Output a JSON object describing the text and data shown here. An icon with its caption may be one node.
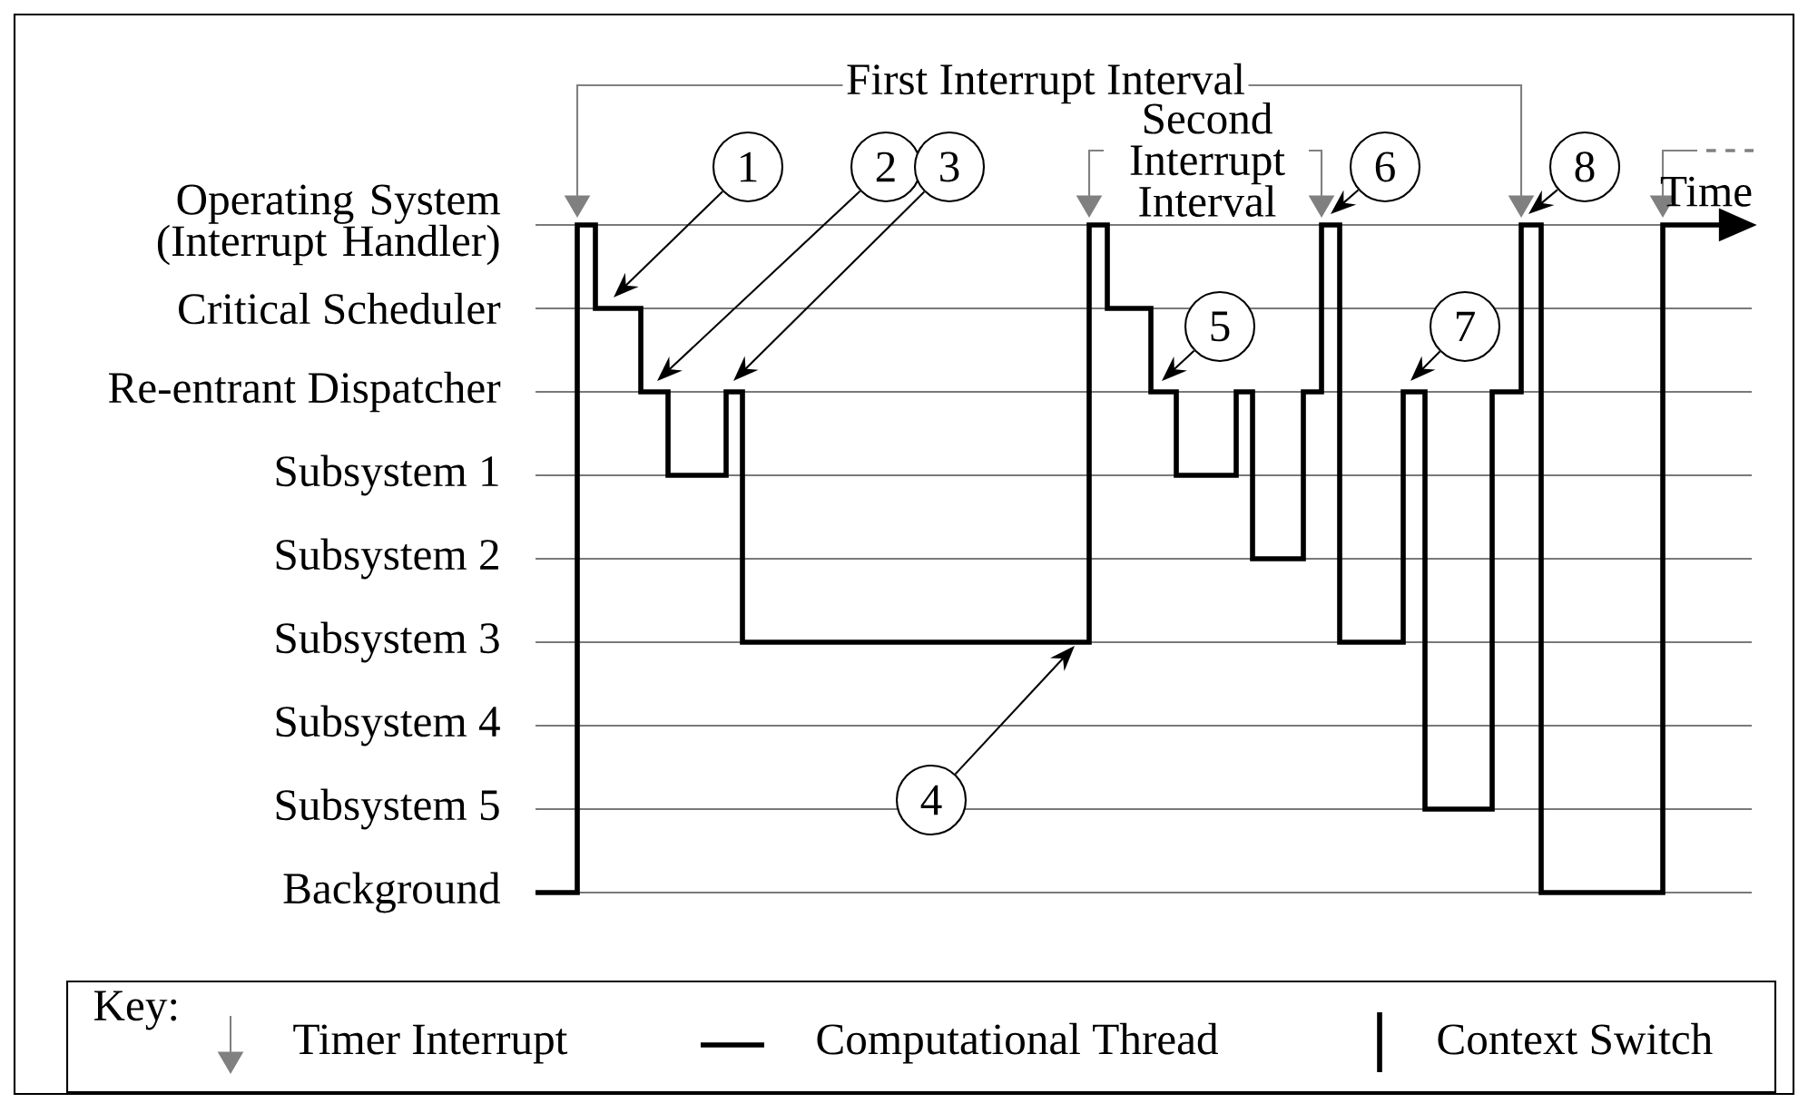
{
  "diagram": {
    "nodes": [
      {
        "text": [
          "1"
        ]
      },
      {
        "text": [
          "2"
        ]
      },
      {
        "text": [
          "3"
        ]
      },
      {
        "text": [
          "4"
        ]
      },
      {
        "text": [
          "5"
        ]
      },
      {
        "text": [
          "6"
        ]
      },
      {
        "text": [
          "7"
        ]
      },
      {
        "text": [
          "8"
        ]
      }
    ],
    "edges": [
      {
        "from": 0,
        "to": null,
        "arrow": "to"
      },
      {
        "from": 1,
        "to": null,
        "arrow": "to"
      },
      {
        "from": 2,
        "to": null,
        "arrow": "to"
      },
      {
        "from": 3,
        "to": null,
        "arrow": "to"
      },
      {
        "from": 4,
        "to": null,
        "arrow": "to"
      },
      {
        "from": 5,
        "to": null,
        "arrow": "to"
      },
      {
        "from": 6,
        "to": null,
        "arrow": "to"
      },
      {
        "from": 7,
        "to": null,
        "arrow": "to"
      }
    ],
    "labels": [
      "First Interrupt Interval",
      "Second Interrupt Interval",
      "Time",
      "Operating System (Interrupt Handler)",
      "Critical Scheduler",
      "Re-entrant Dispatcher",
      "Subsystem 1",
      "Subsystem 2",
      "Subsystem 3",
      "Subsystem 4",
      "Subsystem 5",
      "Background",
      "Key:"
    ],
    "legend": [
      {
        "text": "Timer Interrupt"
      },
      {
        "text": "Computational Thread"
      },
      {
        "text": "Context Switch"
      }
    ]
  }
}
